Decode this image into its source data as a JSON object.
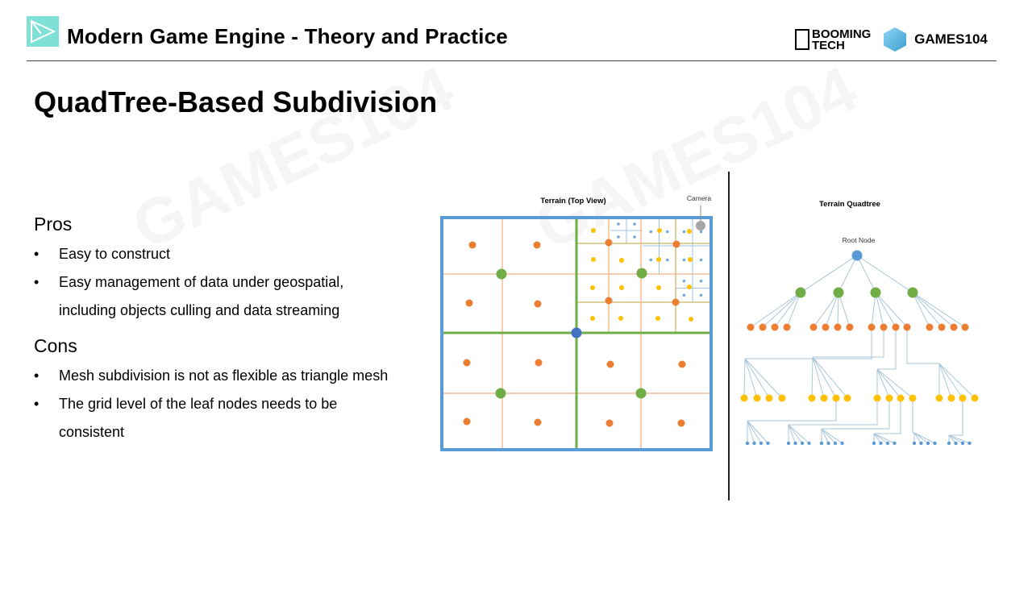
{
  "header": {
    "title": "Modern Game Engine - Theory and Practice",
    "brand_booming": [
      "BOOMING",
      "TECH"
    ],
    "brand_games": "GAMES104"
  },
  "slide": {
    "title": "QuadTree-Based Subdivision",
    "pros_heading": "Pros",
    "pros": [
      "Easy to construct",
      "Easy management of data under geospatial,",
      "including objects culling and data streaming"
    ],
    "cons_heading": "Cons",
    "cons": [
      "Mesh subdivision is not as flexible as triangle mesh",
      "The grid level of the leaf nodes needs to be",
      "consistent"
    ],
    "bullet_char": "•"
  },
  "figure_top_view": {
    "title": "Terrain (Top View)",
    "camera_label": "Camera"
  },
  "figure_tree": {
    "title": "Terrain Quadtree",
    "root_label": "Root Node"
  },
  "colors": {
    "border_blue": "#5b9bd5",
    "green": "#70ad47",
    "orange": "#ed7d31",
    "yellow": "#ffc000",
    "blue_node": "#4472c4",
    "light_blue": "#9dc3e6",
    "teal": "#7fe0d6"
  }
}
